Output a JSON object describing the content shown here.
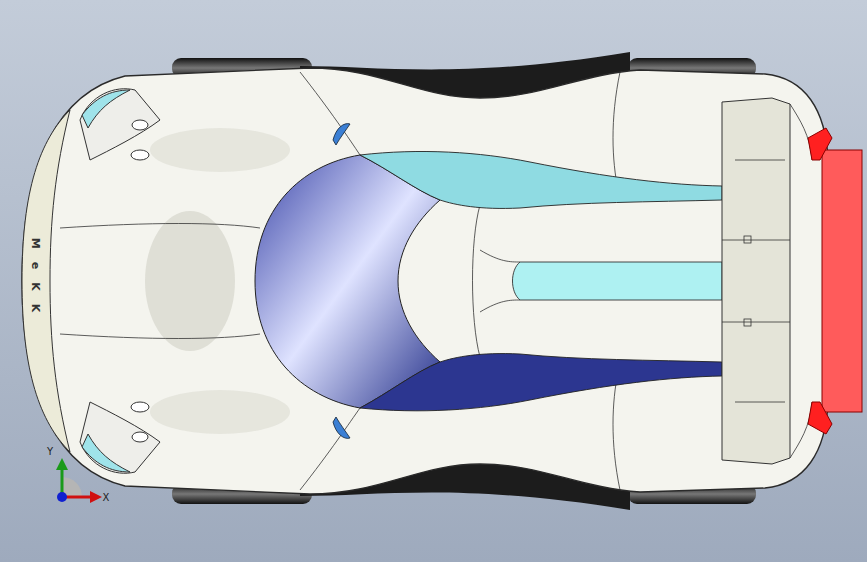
{
  "diagram": {
    "labels": [
      "MeKK",
      "Y",
      "X"
    ]
  }
}
